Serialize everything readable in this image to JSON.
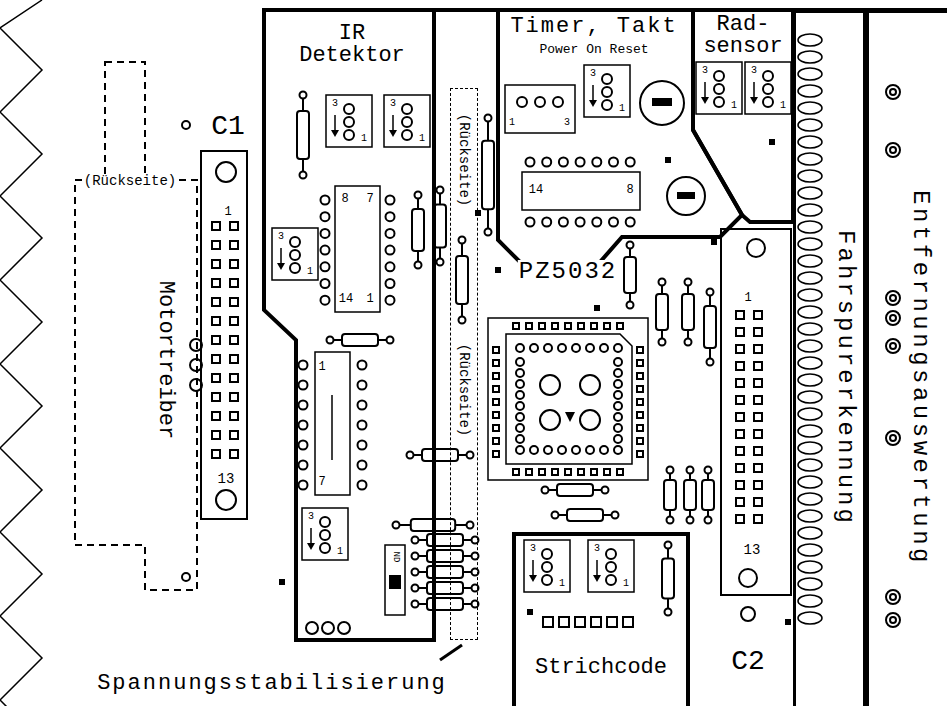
{
  "diagram": {
    "nodes": [
      {
        "text": [
          "(Rückseite)",
          "Motortreiber"
        ]
      },
      {
        "text": [
          "C1",
          "1",
          "13"
        ]
      },
      {
        "text": [
          "IR Detektor"
        ]
      },
      {
        "text": [
          "(Rückseite)",
          "(Rückseite)"
        ]
      },
      {
        "text": [
          "Timer, Takt",
          "Power On Reset"
        ]
      },
      {
        "text": [
          "Rad- sensor"
        ]
      },
      {
        "text": [
          "1",
          "13",
          "C2"
        ]
      },
      {
        "text": [
          "Strichcode"
        ]
      },
      {
        "text": [
          "Fahrspurerkennung"
        ]
      },
      {
        "text": [
          "Entfernungsauswertung"
        ]
      }
    ],
    "labels": [
      "PZ5032",
      "Spannungsstabilisierung",
      "8",
      "7",
      "14",
      "1",
      "1",
      "7",
      "14",
      "8",
      "3",
      "1",
      "3",
      "1",
      "3",
      "1",
      "3",
      "1",
      "3",
      "1",
      "3",
      "1",
      "3",
      "1",
      "3",
      "1",
      "3",
      "1",
      "1",
      "3",
      "ND"
    ]
  }
}
